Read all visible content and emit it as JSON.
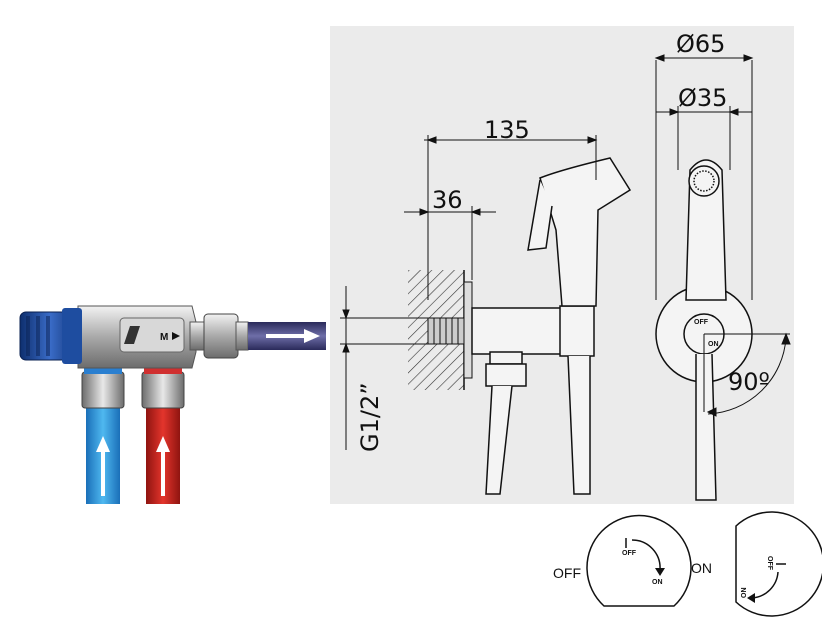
{
  "dimensions": {
    "overall_depth": "135",
    "flange_depth": "36",
    "outer_diameter": "Ø65",
    "inner_diameter": "Ø35",
    "thread": "G1/2”",
    "rotation_angle": "90º"
  },
  "valve": {
    "marking": "M"
  },
  "switch_states": {
    "off_label": "OFF",
    "on_label": "ON",
    "dial_off": "OFF",
    "dial_on": "ON"
  },
  "colors": {
    "cold_pipe": "#3aa6e6",
    "hot_pipe": "#d42a22",
    "valve_knob": "#1f4fa3",
    "panel_bg": "#ebebeb"
  }
}
